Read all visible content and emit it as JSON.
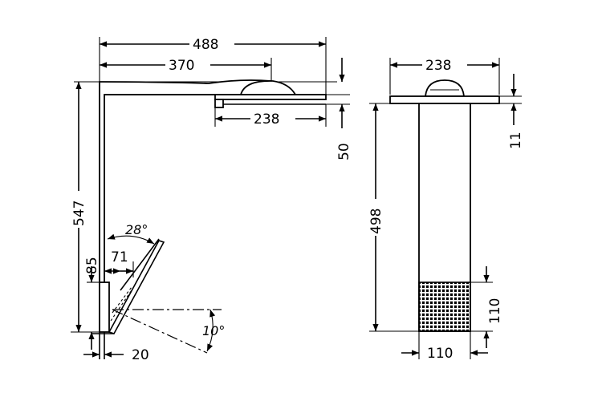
{
  "side_view": {
    "width_total": "488",
    "width_spout": "370",
    "head_width": "238",
    "height_total": "547",
    "head_thickness": "50",
    "lever_height": "85",
    "lever_offset": "71",
    "base_width": "20",
    "lever_angle": "28°",
    "down_angle": "10°"
  },
  "front_view": {
    "head_width": "238",
    "plate_thickness": "11",
    "body_height": "498",
    "grille_height": "110",
    "body_width": "110"
  }
}
